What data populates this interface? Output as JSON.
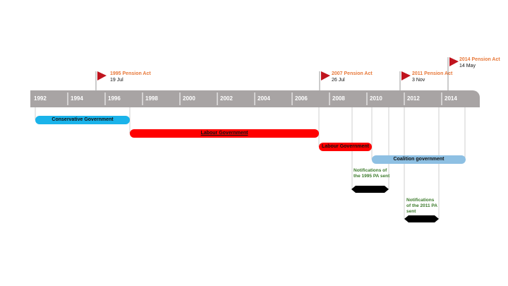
{
  "colors": {
    "axis": "#a8a4a4",
    "conservative": "#1ab3ea",
    "labour": "#ff0000",
    "coalition": "#8ec0e3",
    "flag": "#c0141e",
    "note_text": "#3b7a2a",
    "arrow": "#000000"
  },
  "axis": {
    "ticks": [
      "1992",
      "1994",
      "1996",
      "1998",
      "2000",
      "2002",
      "2004",
      "2006",
      "2008",
      "2010",
      "2012",
      "2014"
    ]
  },
  "flags": [
    {
      "title": "1995 Pension Act",
      "date": "19 Jul"
    },
    {
      "title": "2007 Pension Act",
      "date": "26 Jul"
    },
    {
      "title": "2011 Pension Act",
      "date": "3 Nov"
    },
    {
      "title": "2014 Pension Act",
      "date": "14 May"
    }
  ],
  "governments": [
    {
      "label": "Conservative Government"
    },
    {
      "label": "Labour Government"
    },
    {
      "label": "Labour Government"
    },
    {
      "label": "Coalition government"
    }
  ],
  "notes": [
    {
      "text": "Notifications of the 1995 PA sent"
    },
    {
      "text": "Notifications of the 2011 PA sent"
    }
  ]
}
